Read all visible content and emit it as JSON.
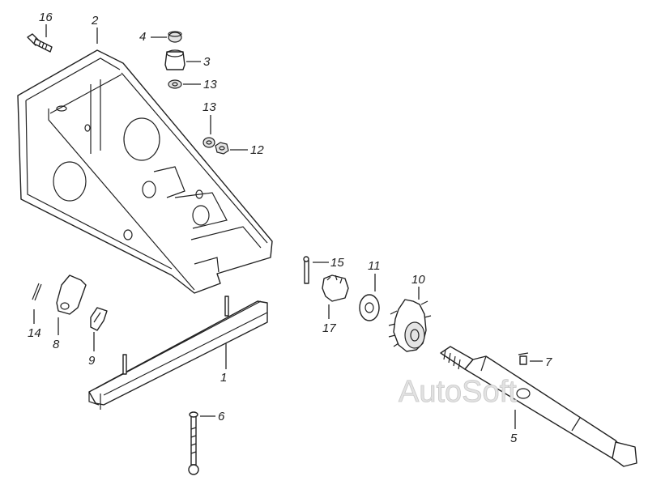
{
  "watermark": "AutoSoft",
  "callouts": [
    {
      "id": "part-1",
      "text": "1"
    },
    {
      "id": "part-2",
      "text": "2"
    },
    {
      "id": "part-3",
      "text": "3"
    },
    {
      "id": "part-4",
      "text": "4"
    },
    {
      "id": "part-5",
      "text": "5"
    },
    {
      "id": "part-6",
      "text": "6"
    },
    {
      "id": "part-7",
      "text": "7"
    },
    {
      "id": "part-8",
      "text": "8"
    },
    {
      "id": "part-9",
      "text": "9"
    },
    {
      "id": "part-10",
      "text": "10"
    },
    {
      "id": "part-11",
      "text": "11"
    },
    {
      "id": "part-12",
      "text": "12"
    },
    {
      "id": "part-13a",
      "text": "13"
    },
    {
      "id": "part-13b",
      "text": "13"
    },
    {
      "id": "part-14",
      "text": "14"
    },
    {
      "id": "part-15",
      "text": "15"
    },
    {
      "id": "part-16",
      "text": "16"
    },
    {
      "id": "part-17",
      "text": "17"
    }
  ]
}
